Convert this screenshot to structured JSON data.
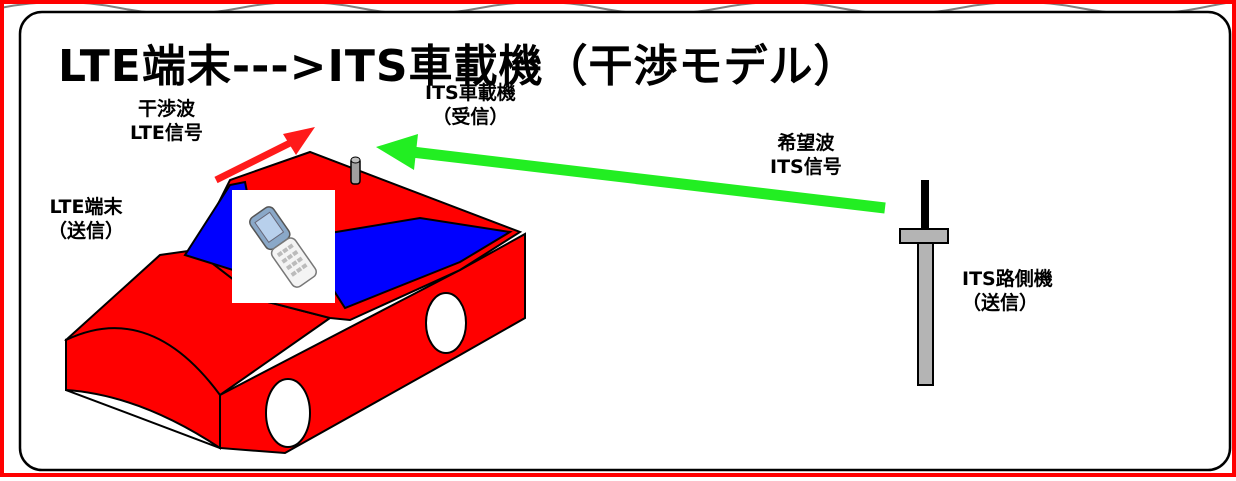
{
  "title": "LTE端末--->ITS車載機（干渉モデル）",
  "labels": {
    "interference": {
      "line1": "干渉波",
      "line2": "LTE信号"
    },
    "lte_terminal": {
      "line1": "LTE端末",
      "line2": "（送信）"
    },
    "its_onboard": {
      "line1": "ITS車載機",
      "line2": "（受信）"
    },
    "desired": {
      "line1": "希望波",
      "line2": "ITS信号"
    },
    "its_roadside": {
      "line1": "ITS路側機",
      "line2": "（送信）"
    }
  },
  "colors": {
    "frame_border": "#ff0000",
    "panel_border": "#000000",
    "car_body": "#ff0000",
    "car_window": "#0000ff",
    "interference_arrow": "#ff1a1a",
    "desired_arrow": "#22ee22",
    "pole": "#b4b4b4",
    "roof_strip_line": "#808080"
  },
  "icons": [
    "mobile-phone-icon",
    "antenna-icon",
    "roadside-unit-icon"
  ]
}
